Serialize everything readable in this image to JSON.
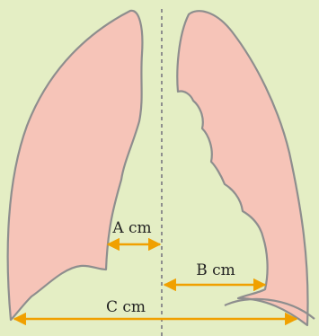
{
  "labels": {
    "a": "A cm",
    "b": "B cm",
    "c": "C cm"
  },
  "colors": {
    "background": "#E4EEC4",
    "lung_fill": "#F6C4B8",
    "lung_stroke": "#8E8E8E",
    "measure_arrow": "#F0A000",
    "midline": "#8E8E8E"
  }
}
